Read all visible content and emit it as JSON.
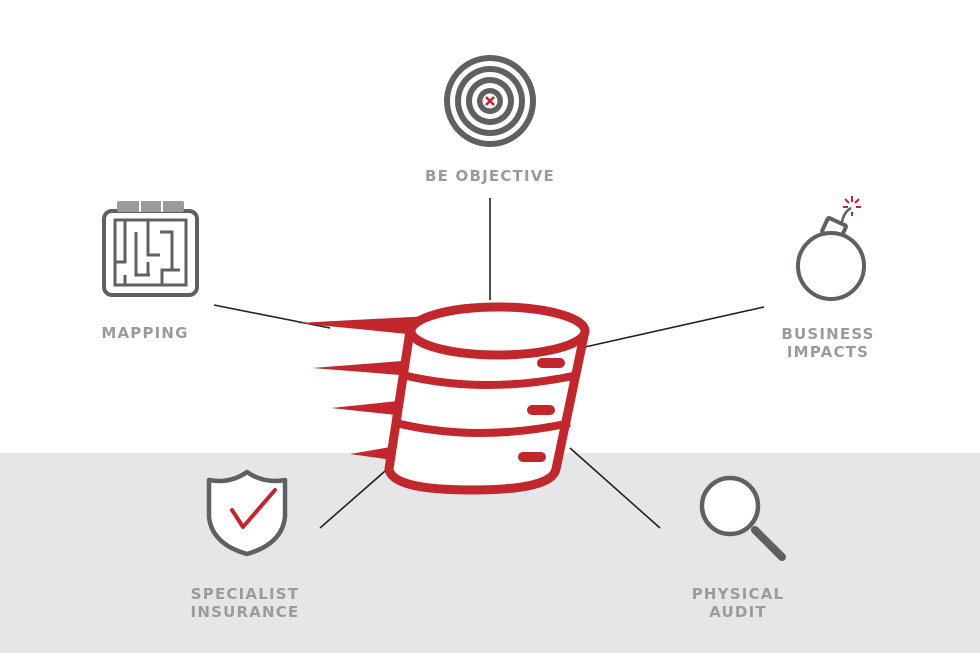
{
  "colors": {
    "accent_red": "#c1272d",
    "icon_gray": "#5f6062",
    "label_gray": "#9a9b9e",
    "line_dark": "#222222",
    "band_gray": "#e6e6e8"
  },
  "center": {
    "icon": "database-icon"
  },
  "nodes": [
    {
      "id": "be-objective",
      "icon": "target-icon",
      "label": [
        "BE OBJECTIVE"
      ]
    },
    {
      "id": "mapping",
      "icon": "maze-map-icon",
      "label": [
        "MAPPING"
      ]
    },
    {
      "id": "business-impacts",
      "icon": "bomb-icon",
      "label": [
        "BUSINESS",
        "IMPACTS"
      ]
    },
    {
      "id": "specialist-insurance",
      "icon": "shield-check-icon",
      "label": [
        "SPECIALIST",
        "INSURANCE"
      ]
    },
    {
      "id": "physical-audit",
      "icon": "magnifier-icon",
      "label": [
        "PHYSICAL",
        "AUDIT"
      ]
    }
  ]
}
